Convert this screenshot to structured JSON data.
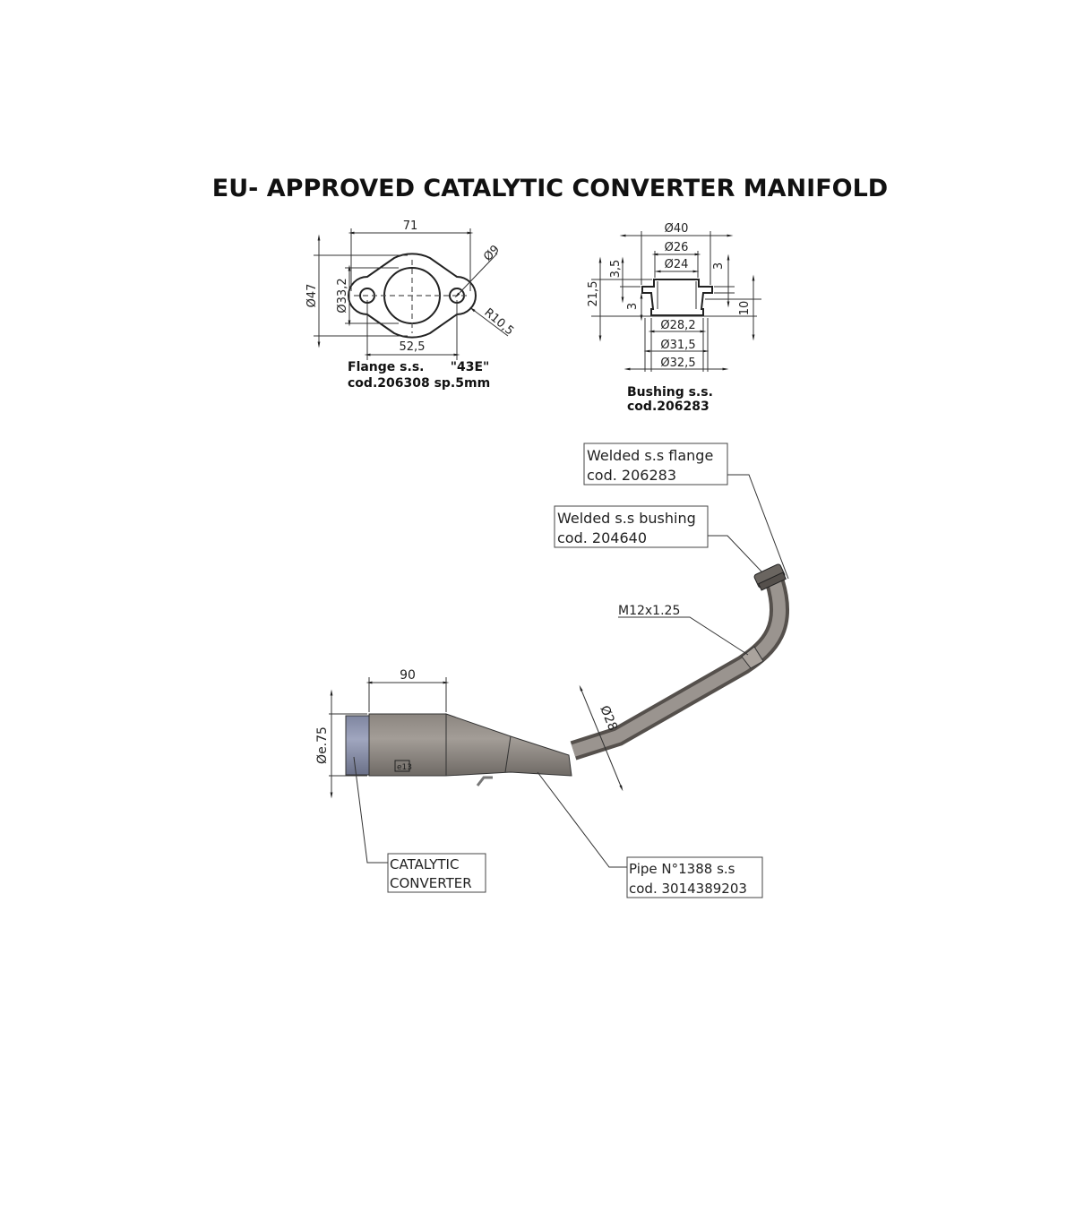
{
  "title": "EU- APPROVED CATALYTIC CONVERTER MANIFOLD",
  "flange": {
    "dims": {
      "width": "71",
      "outer_dia": "Ø47",
      "bore_dia": "Ø33,2",
      "hole_dia": "Ø9",
      "radius": "R10,5",
      "hole_spacing": "52,5"
    },
    "label_line1": "Flange s.s.      \"43E\"",
    "label_line2": "cod.206308 sp.5mm"
  },
  "bushing": {
    "dims": {
      "d40": "Ø40",
      "d26": "Ø26",
      "d24": "Ø24",
      "h3_5": "3,5",
      "h21_5": "21,5",
      "h3_left": "3",
      "h3_right": "3",
      "h10": "10",
      "d28_2": "Ø28,2",
      "d31_5": "Ø31,5",
      "d32_5": "Ø32,5"
    },
    "label_line1": "Bushing s.s.",
    "label_line2": "cod.206283"
  },
  "assembly": {
    "dim_length": "90",
    "dim_cat_dia": "Øe.75",
    "dim_pipe_dia": "Ø28",
    "homologation_mark": "e13",
    "callouts": {
      "flange": [
        "Welded s.s flange",
        "cod. 206283"
      ],
      "bushing": [
        "Welded s.s bushing",
        "cod. 204640"
      ],
      "thread": "M12x1.25",
      "catalytic": [
        "CATALYTIC",
        "CONVERTER"
      ],
      "pipe": [
        "Pipe N°1388 s.s",
        "cod. 3014389203"
      ]
    }
  }
}
